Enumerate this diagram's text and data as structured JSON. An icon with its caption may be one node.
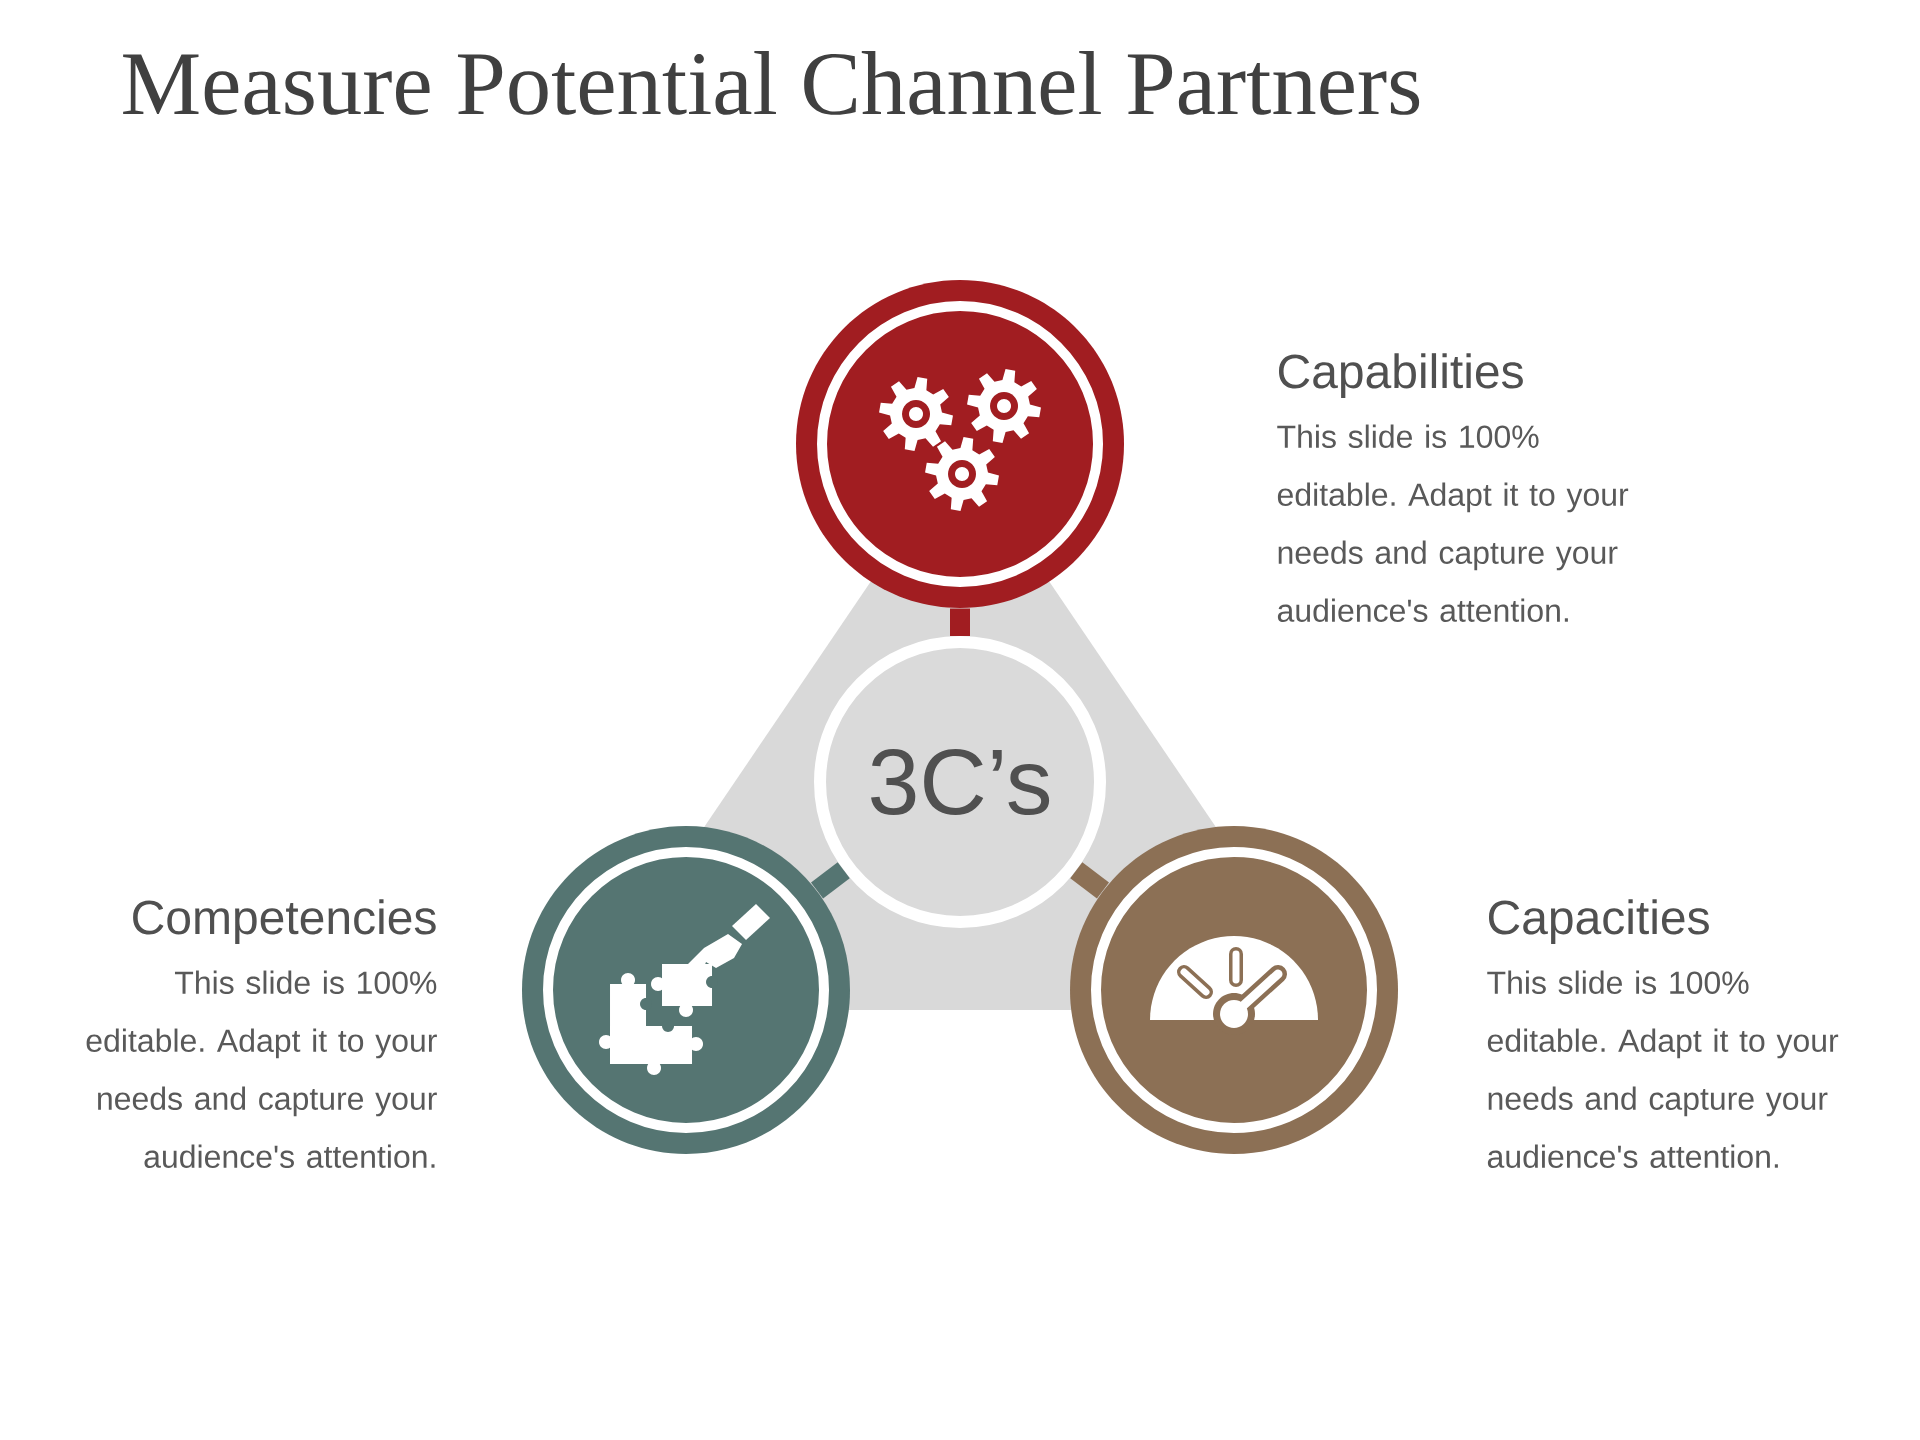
{
  "diagram": {
    "title": "Measure Potential Channel Partners",
    "nodes": [
      {
        "text": [],
        "shape": "circle",
        "beside": [
          "Capabilities",
          "This slide is 100% editable. Adapt it to your needs and capture your audience's attention."
        ]
      },
      {
        "text": [
          "3C’s"
        ]
      },
      {
        "text": [],
        "shape": "circle",
        "beside": [
          "Competencies",
          "This slide is 100% editable. Adapt it to your needs and capture your audience's attention."
        ]
      },
      {
        "text": [],
        "shape": "circle",
        "beside": [
          "Capacities",
          "This slide is 100% editable. Adapt it to your needs and capture your audience's attention."
        ]
      }
    ],
    "edges": [
      {
        "from": 0,
        "to": 1,
        "arrow": "none",
        "color": "#a11d21"
      },
      {
        "from": 2,
        "to": 1,
        "arrow": "none",
        "color": "#557572"
      },
      {
        "from": 3,
        "to": 1,
        "arrow": "none",
        "color": "#8c7055"
      }
    ]
  }
}
